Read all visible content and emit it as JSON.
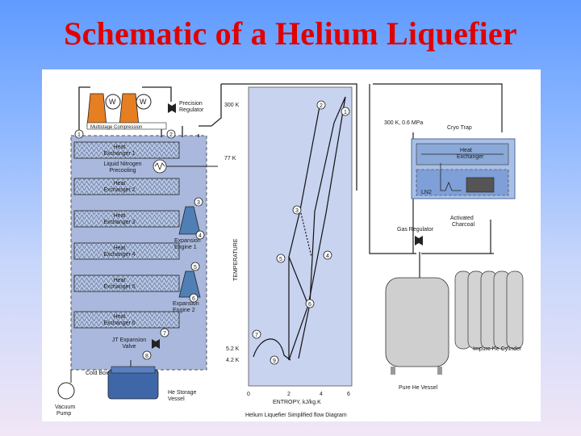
{
  "title": "Schematic of a Helium Liquefier",
  "diagram": {
    "compressor": "Multistage Compression",
    "precision_regulator": [
      "Precision",
      "Regulator"
    ],
    "heat_exchangers": [
      [
        "Heat",
        "Exchanger 1"
      ],
      [
        "Heat",
        "Exchanger 2"
      ],
      [
        "Heat",
        "Exchanger 3"
      ],
      [
        "Heat",
        "Exchanger 4"
      ],
      [
        "Heat",
        "Exchanger 5"
      ],
      [
        "Heat",
        "Exchanger 6"
      ]
    ],
    "ln2_precooling": [
      "Liquid Nitrogen",
      "Precooling"
    ],
    "expansion_engine_1": [
      "Expansion",
      "Engine 1"
    ],
    "expansion_engine_2": [
      "Expansion",
      "Engine 2"
    ],
    "jt_valve": [
      "JT Expansion",
      "Valve"
    ],
    "cold_box": "Cold Box",
    "storage_vessel": [
      "He Storage",
      "Vessel"
    ],
    "vacuum_pump": [
      "Vacuum",
      "Pump"
    ],
    "state_points": [
      "1",
      "2",
      "3",
      "4",
      "5",
      "6",
      "7",
      "8",
      "9"
    ],
    "ts_chart": {
      "ylabel": "TEMPERATURE",
      "xlabel": "ENTROPY, kJ/kg.K",
      "ticks_y": [
        "300 K",
        "77 K",
        "5.2 K",
        "4.2 K"
      ],
      "ticks_x": [
        "0",
        "2",
        "4",
        "6"
      ],
      "caption": "Helium Liquefier Simplified flow Diagram"
    },
    "cryo_trap": "Cryo Trap",
    "cryo_condition": "300 K, 0.6 MPa",
    "cryo_hx": [
      "Heat",
      "Exchanger"
    ],
    "ln2_label": "LN2",
    "gas_regulator": "Gas Regulator",
    "activated_charcoal": [
      "Activated",
      "Charcoal"
    ],
    "pure_he_vessel": "Pure He Vessel",
    "impure_he_cylinder": "Impure He Cylinder"
  }
}
